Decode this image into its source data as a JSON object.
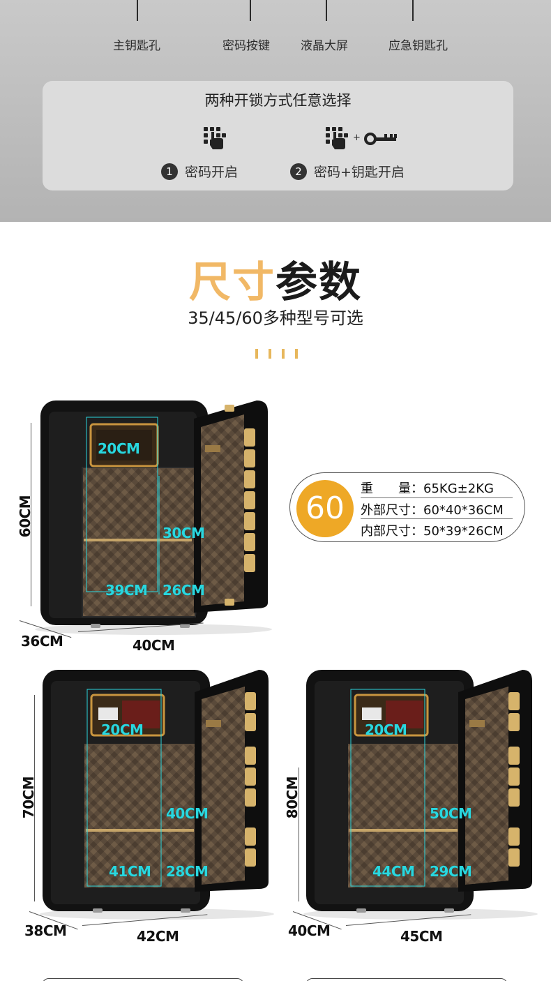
{
  "parts": {
    "main_keyhole": "主钥匙孔",
    "keypad": "密码按键",
    "lcd": "液晶大屏",
    "emergency_keyhole": "应急钥匙孔"
  },
  "unlock": {
    "title": "两种开锁方式任意选择",
    "option1_num": "1",
    "option1_label": "密码开启",
    "option2_num": "2",
    "option2_label": "密码+钥匙开启",
    "plus": "+"
  },
  "size_section": {
    "title_gold": "尺寸",
    "title_dark": "参数",
    "subtitle": "35/45/60多种型号可选"
  },
  "model_60": {
    "height": "60CM",
    "depth": "36CM",
    "width": "40CM",
    "inner_top": "20CM",
    "inner_height": "30CM",
    "inner_width": "39CM",
    "inner_depth": "26CM"
  },
  "spec": {
    "model": "60",
    "weight_label": "重　　量：",
    "weight_value": "65KG±2KG",
    "outer_label": "外部尺寸：",
    "outer_value": "60*40*36CM",
    "inner_label": "内部尺寸：",
    "inner_value": "50*39*26CM"
  },
  "model_70": {
    "height": "70CM",
    "depth": "38CM",
    "width": "42CM",
    "inner_top": "20CM",
    "inner_height": "40CM",
    "inner_width": "41CM",
    "inner_depth": "28CM"
  },
  "model_80": {
    "height": "80CM",
    "depth": "40CM",
    "width": "45CM",
    "inner_top": "20CM",
    "inner_height": "50CM",
    "inner_width": "44CM",
    "inner_depth": "29CM"
  },
  "colors": {
    "gold": "#f1b866",
    "badge": "#eea826",
    "cyan": "#29d7df",
    "safe_body": "#111111"
  }
}
